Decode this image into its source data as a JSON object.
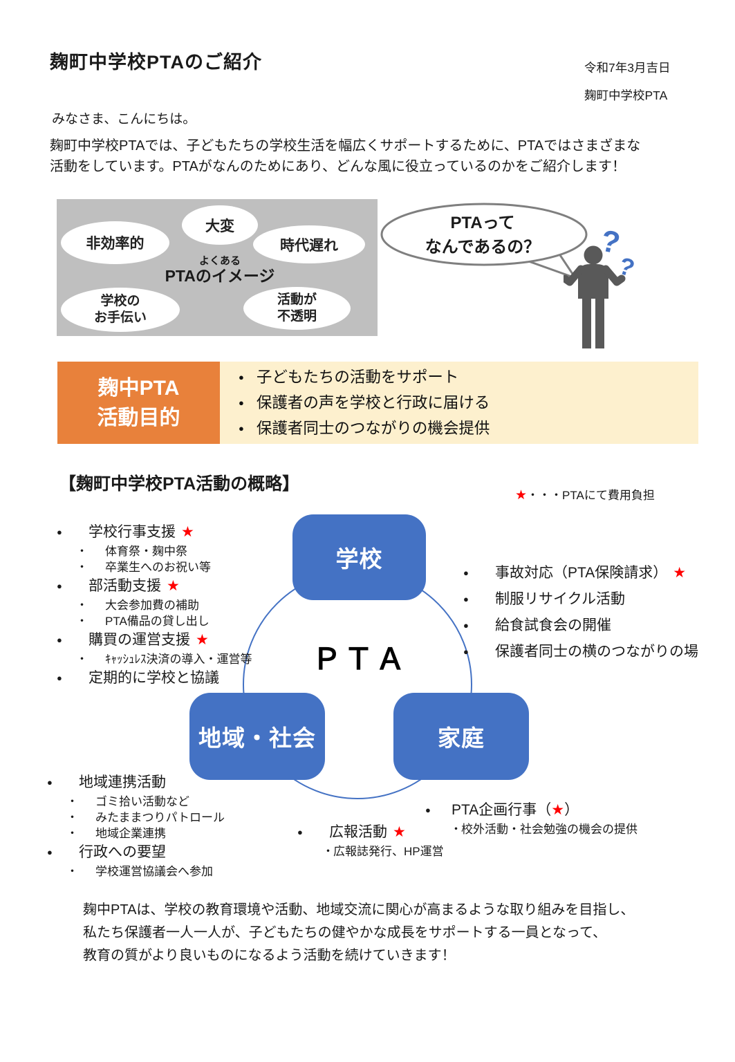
{
  "colors": {
    "accent_blue": "#4472C4",
    "accent_orange": "#E8813B",
    "cream": "#FDF0CE",
    "box_gray": "#BFBFBF",
    "person_gray": "#595959",
    "star_red": "#FF0000"
  },
  "glyphs": {
    "bullet": "●",
    "sub_bullet": "・",
    "question_mark": "?"
  },
  "header": {
    "title": "麹町中学校PTAのご紹介",
    "date": "令和7年3月吉日",
    "org": "麹町中学校PTA"
  },
  "intro": {
    "greeting": "みなさま、こんにちは。",
    "line1": "麹町中学校PTAでは、子どもたちの学校生活を幅広くサポートするために、PTAではさまざまな",
    "line2": "活動をしています。PTAがなんのためにあり、どんな風に役立っているのかをご紹介します！"
  },
  "image_box": {
    "tag_small": "よくある",
    "tag_large": "PTAのイメージ",
    "ellipse_top": "大変",
    "ellipse_left": "非効率的",
    "ellipse_right": "時代遅れ",
    "ellipse_bottom_left_1": "学校の",
    "ellipse_bottom_left_2": "お手伝い",
    "ellipse_bottom_right_1": "活動が",
    "ellipse_bottom_right_2": "不透明"
  },
  "speech_bubble": {
    "line1": "PTAって",
    "line2": "なんであるの？"
  },
  "purpose_banner": {
    "label1": "麹中PTA",
    "label2": "活動目的",
    "items": [
      "子どもたちの活動をサポート",
      "保護者の声を学校と行政に届ける",
      "保護者同士のつながりの機会提供"
    ]
  },
  "overview": {
    "heading": "【麹町中学校PTA活動の概略】",
    "legend_star": "★",
    "legend_text": "・・・PTAにて費用負担"
  },
  "diagram": {
    "top_box": "学校",
    "left_box": "地域・社会",
    "right_box": "家庭",
    "center": "ＰＴＡ"
  },
  "school_list": {
    "items": [
      {
        "label": "学校行事支援",
        "star": "★",
        "subs": [
          "体育祭・麹中祭",
          "卒業生へのお祝い等"
        ]
      },
      {
        "label": "部活動支援",
        "star": "★",
        "subs": [
          "大会参加費の補助",
          "PTA備品の貸し出し"
        ]
      },
      {
        "label": "購買の運営支援",
        "star": "★",
        "subs": [
          "ｷｬｯｼｭﾚｽ決済の導入・運営等"
        ]
      },
      {
        "label": "定期的に学校と協議"
      }
    ]
  },
  "home_list": {
    "items": [
      {
        "label": "事故対応（PTA保険請求）",
        "star": "★"
      },
      {
        "label": "制服リサイクル活動"
      },
      {
        "label": "給食試食会の開催"
      },
      {
        "label": "保護者同士の横のつながりの場"
      }
    ]
  },
  "community_list": {
    "items": [
      {
        "label": "地域連携活動",
        "subs": [
          "ゴミ拾い活動など",
          "みたままつりパトロール",
          "地域企業連携"
        ]
      },
      {
        "label": "行政への要望",
        "subs": [
          "学校運営協議会へ参加"
        ]
      }
    ]
  },
  "pr_block": {
    "label": "広報活動",
    "star": "★",
    "sub": "広報誌発行、HP運営"
  },
  "event_block": {
    "prefix": "PTA企画行事（",
    "star": "★",
    "suffix": "）",
    "sub": "校外活動・社会勉強の機会の提供"
  },
  "closing": {
    "line1": "麹中PTAは、学校の教育環境や活動、地域交流に関心が高まるような取り組みを目指し、",
    "line2": "私たち保護者一人一人が、子どもたちの健やかな成長をサポートする一員となって、",
    "line3": "教育の質がより良いものになるよう活動を続けていきます！"
  }
}
